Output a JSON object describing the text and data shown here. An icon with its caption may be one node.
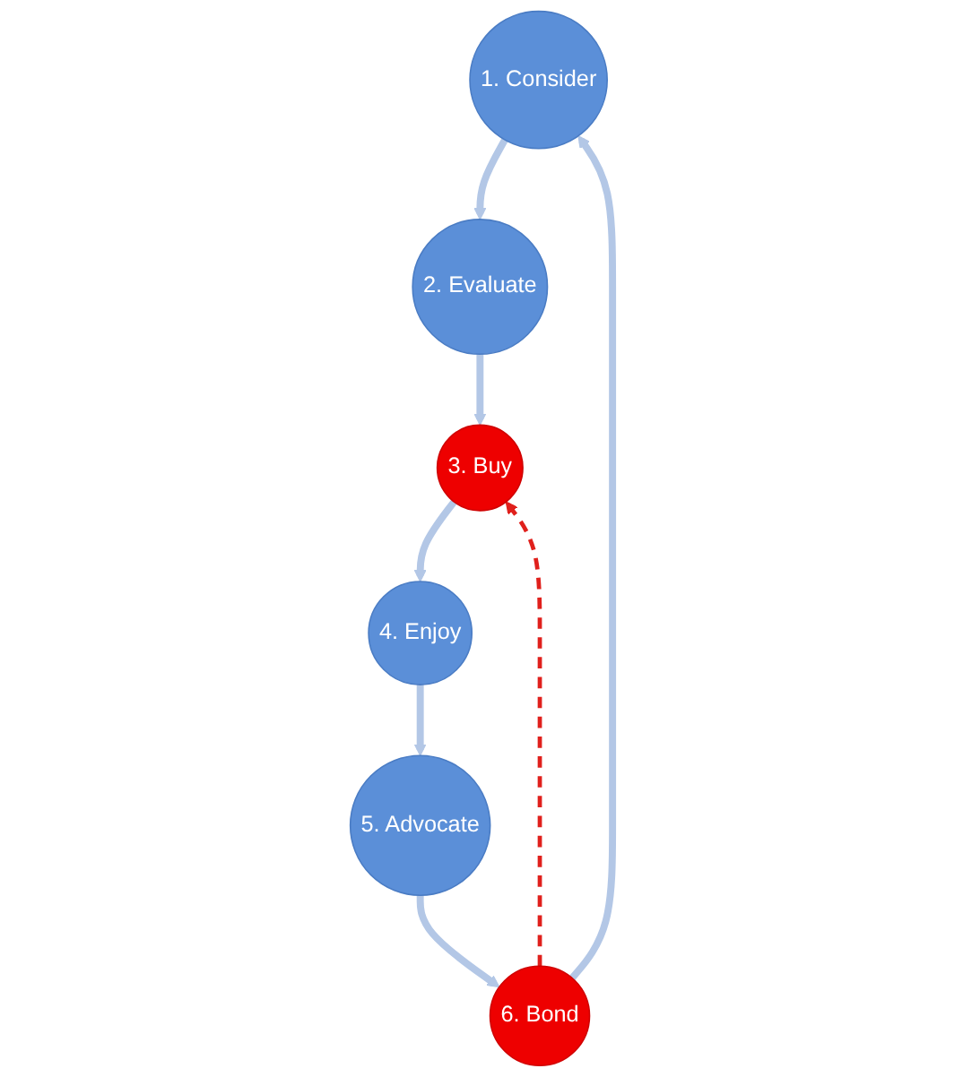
{
  "diagram": {
    "nodes": [
      {
        "text": [
          "1. Consider"
        ]
      },
      {
        "text": [
          "2. Evaluate"
        ]
      },
      {
        "text": [
          "3. Buy"
        ]
      },
      {
        "text": [
          "4. Enjoy"
        ]
      },
      {
        "text": [
          "5. Advocate"
        ]
      },
      {
        "text": [
          "6. Bond"
        ]
      }
    ],
    "edges": [
      {
        "from": 0,
        "to": 1,
        "arrow": "to"
      },
      {
        "from": 1,
        "to": 2,
        "arrow": "to"
      },
      {
        "from": 2,
        "to": 3,
        "arrow": "to"
      },
      {
        "from": 3,
        "to": 4,
        "arrow": "to"
      },
      {
        "from": 4,
        "to": 5,
        "arrow": "to"
      },
      {
        "from": 5,
        "to": 0,
        "arrow": "to"
      },
      {
        "from": 5,
        "to": 2,
        "arrow": "to",
        "style": "dashed",
        "color": "#e0201c"
      }
    ]
  }
}
